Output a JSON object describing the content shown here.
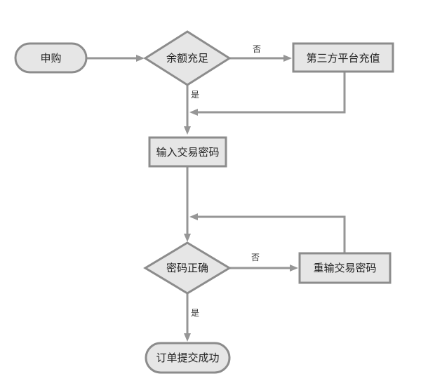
{
  "colors": {
    "node_fill": "#e6e6e6",
    "node_stroke": "#8c8c8c",
    "edge": "#969696",
    "text": "#222222"
  },
  "nodes": {
    "purchase": "申购",
    "balance_check": "余额充足",
    "third_party_recharge": "第三方平台充值",
    "enter_password": "输入交易密码",
    "password_check": "密码正确",
    "reenter_password": "重输交易密码",
    "order_success": "订单提交成功"
  },
  "edge_labels": {
    "balance_no": "否",
    "balance_yes": "是",
    "password_no": "否",
    "password_yes": "是"
  }
}
